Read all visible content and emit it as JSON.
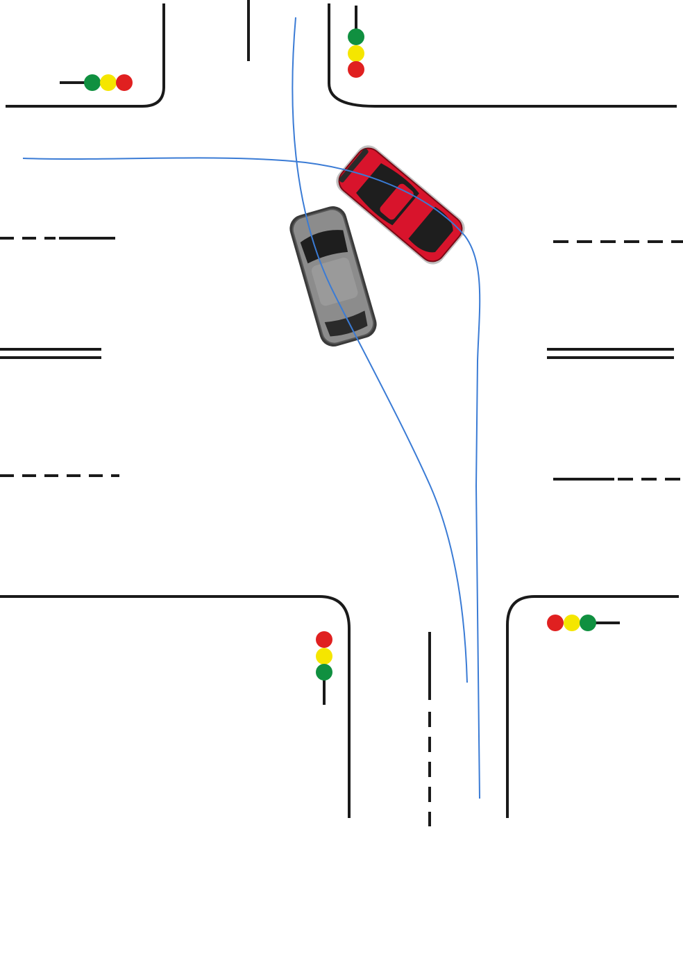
{
  "diagram": {
    "type": "intersection-collision-sketch",
    "colors": {
      "background": "#ffffff",
      "road_line": "#1a1a1a",
      "trajectory": "#3a7bd5",
      "light_red": "#e02020",
      "light_yellow": "#f5e600",
      "light_green": "#109040",
      "car_red": "#d8142c",
      "car_gray": "#8c8c8c"
    },
    "vehicles": [
      {
        "name": "red-car",
        "color": "#d8142c"
      },
      {
        "name": "gray-car",
        "color": "#8c8c8c"
      }
    ],
    "traffic_lights": [
      {
        "name": "top-left",
        "order": [
          "green",
          "yellow",
          "red"
        ]
      },
      {
        "name": "top-right",
        "order": [
          "green",
          "yellow",
          "red"
        ]
      },
      {
        "name": "bottom-left",
        "order": [
          "red",
          "yellow",
          "green"
        ]
      },
      {
        "name": "bottom-right",
        "order": [
          "red",
          "yellow",
          "green"
        ]
      }
    ]
  }
}
